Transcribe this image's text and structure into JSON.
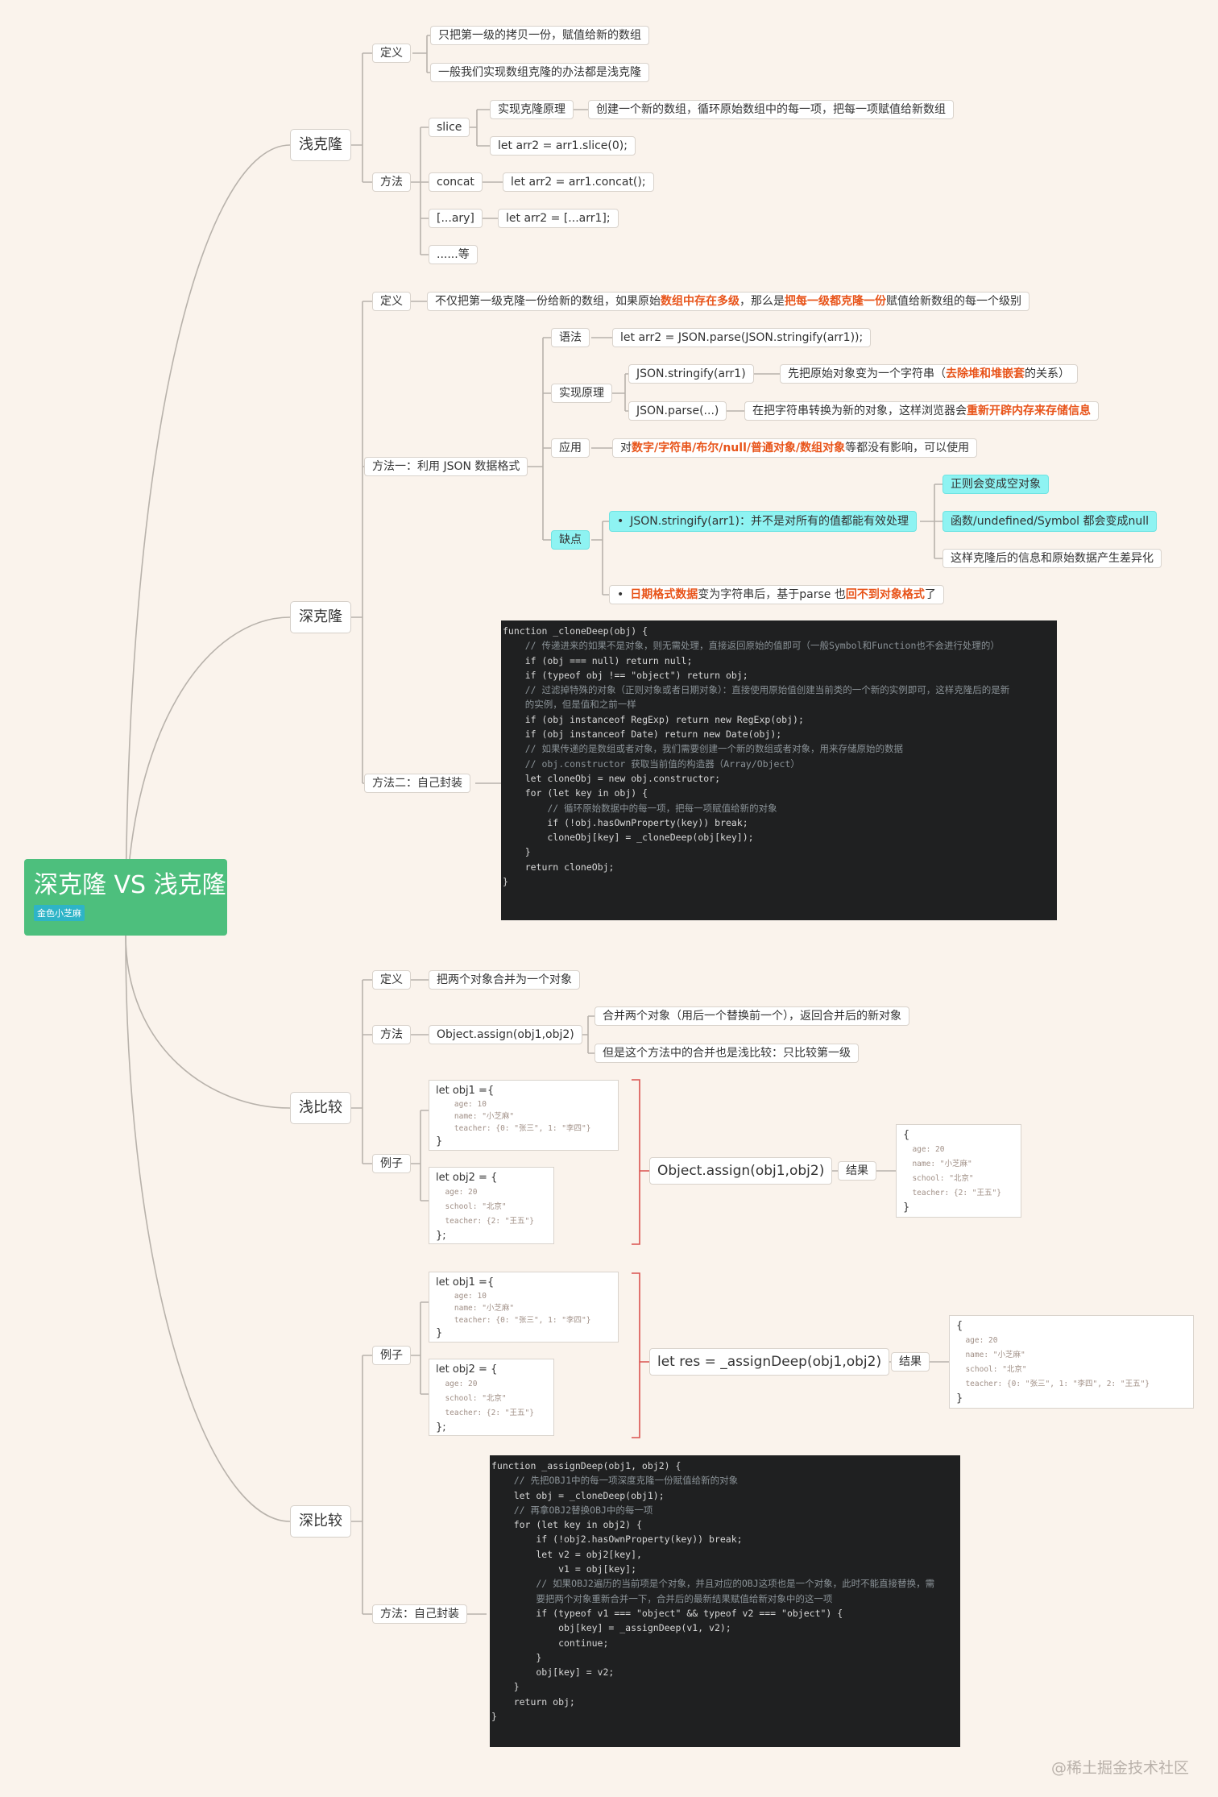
{
  "root": {
    "title": "深克隆 VS 浅克隆",
    "tag": "金色小芝麻"
  },
  "shallow_clone": {
    "label": "浅克隆",
    "def_label": "定义",
    "def_items": [
      "只把第一级的拷贝一份，赋值给新的数组",
      "一般我们实现数组克隆的办法都是浅克隆"
    ],
    "method_label": "方法",
    "slice": {
      "label": "slice",
      "principle_label": "实现克隆原理",
      "principle_text": "创建一个新的数组，循环原始数组中的每一项，把每一项赋值给新数组",
      "code": "let arr2 = arr1.slice(0);"
    },
    "concat": {
      "label": "concat",
      "code": "let arr2 = arr1.concat();"
    },
    "spread": {
      "label": "[...ary]",
      "code": "let arr2 = [...arr1];"
    },
    "etc": "......等"
  },
  "deep_clone": {
    "label": "深克隆",
    "def_label": "定义",
    "def_text": {
      "p1": "不仅把第一级克隆一份给新的数组，如果原始",
      "h1": "数组中存在多级",
      "p2": "，那么是",
      "h2": "把每一级都克隆一份",
      "p3": "赋值给新数组的每一个级别"
    },
    "method1_label": "方法一：利用 JSON 数据格式",
    "syntax_label": "语法",
    "syntax_code": "let arr2 = JSON.parse(JSON.stringify(arr1));",
    "principle_label": "实现原理",
    "stringify_label": "JSON.stringify(arr1)",
    "stringify_text": {
      "p1": "先把原始对象变为一个字符串（",
      "h1": "去除堆和堆嵌套",
      "p2": "的关系）"
    },
    "parse_label": "JSON.parse(...)",
    "parse_text": {
      "p1": "在把字符串转换为新的对象，这样浏览器会",
      "h1": "重新开辟内存来存储信息"
    },
    "use_label": "应用",
    "use_text": {
      "p1": "对 ",
      "h1": "数字/字符串/布尔/null/普通对象/数组对象",
      "p2": " 等都没有影响，可以使用"
    },
    "cons_label": "缺点",
    "con1": "JSON.stringify(arr1)：并不是对所有的值都能有效处理",
    "con1_items": [
      "正则会变成空对象",
      "函数/undefined/Symbol 都会变成null",
      "这样克隆后的信息和原始数据产生差异化"
    ],
    "con2": {
      "h1": "日期格式数据",
      "p1": "变为字符串后，基于parse 也",
      "h2": "回不到对象格式",
      "p2": "了"
    },
    "method2_label": "方法二：自己封装",
    "code_lines": [
      "function _cloneDeep(obj) {",
      "    // 传递进来的如果不是对象，则无需处理，直接返回原始的值即可（一般Symbol和Function也不会进行处理的）",
      "    if (obj === null) return null;",
      "    if (typeof obj !== \"object\") return obj;",
      "",
      "    // 过滤掉特殊的对象（正则对象或者日期对象）：直接使用原始值创建当前类的一个新的实例即可，这样克隆后的是新",
      "    的实例，但是值和之前一样",
      "    if (obj instanceof RegExp) return new RegExp(obj);",
      "    if (obj instanceof Date) return new Date(obj);",
      "",
      "    // 如果传递的是数组或者对象，我们需要创建一个新的数组或者对象，用来存储原始的数据",
      "    // obj.constructor 获取当前值的构造器（Array/Object）",
      "    let cloneObj = new obj.constructor;",
      "    for (let key in obj) {",
      "        // 循环原始数据中的每一项，把每一项赋值给新的对象",
      "        if (!obj.hasOwnProperty(key)) break;",
      "        cloneObj[key] = _cloneDeep(obj[key]);",
      "    }",
      "    return cloneObj;",
      "}"
    ]
  },
  "shallow_compare": {
    "label": "浅比较",
    "def_label": "定义",
    "def_text": "把两个对象合并为一个对象",
    "method_label": "方法",
    "method_code": "Object.assign(obj1,obj2)",
    "method_notes": [
      "合并两个对象（用后一个替换前一个），返回合并后的新对象",
      "但是这个方法中的合并也是浅比较：只比较第一级"
    ],
    "example_label": "例子",
    "obj1_head": "let obj1 ={",
    "obj1_body": "    age: 10\n    name: \"小芝麻\"\n    teacher: {0: \"张三\", 1: \"李四\"}",
    "obj1_tail": "}",
    "obj2_head": "let obj2 = {",
    "obj2_body": "  age: 20\n  school: \"北京\"\n  teacher: {2: \"王五\"}",
    "obj2_tail": "};",
    "call": "Object.assign(obj1,obj2)",
    "result_label": "结果",
    "result_head": "{",
    "result_body": "  age: 20\n  name: \"小芝麻\"\n  school: \"北京\"\n  teacher: {2: \"王五\"}",
    "result_tail": "}"
  },
  "deep_compare": {
    "label": "深比较",
    "example_label": "例子",
    "obj1_head": "let obj1 ={",
    "obj1_body": "    age: 10\n    name: \"小芝麻\"\n    teacher: {0: \"张三\", 1: \"李四\"}",
    "obj1_tail": "}",
    "obj2_head": "let obj2 = {",
    "obj2_body": "  age: 20\n  school: \"北京\"\n  teacher: {2: \"王五\"}",
    "obj2_tail": "};",
    "call": "let res = _assignDeep(obj1,obj2)",
    "result_label": "结果",
    "result_head": "{",
    "result_body": "  age: 20\n  name: \"小芝麻\"\n  school: \"北京\"\n  teacher: {0: \"张三\", 1: \"李四\", 2: \"王五\"}",
    "result_tail": "}",
    "method_label": "方法：自己封装",
    "code_lines": [
      "function _assignDeep(obj1, obj2) {",
      "    // 先把OBJ1中的每一项深度克隆一份赋值给新的对象",
      "    let obj = _cloneDeep(obj1);",
      "",
      "    // 再拿OBJ2替换OBJ中的每一项",
      "    for (let key in obj2) {",
      "        if (!obj2.hasOwnProperty(key)) break;",
      "        let v2 = obj2[key],",
      "            v1 = obj[key];",
      "        // 如果OBJ2遍历的当前项是个对象，并且对应的OBJ这项也是一个对象，此时不能直接替换，需",
      "        要把两个对象重新合并一下，合并后的最新结果赋值给新对象中的这一项",
      "        if (typeof v1 === \"object\" && typeof v2 === \"object\") {",
      "            obj[key] = _assignDeep(v1, v2);",
      "            continue;",
      "        }",
      "        obj[key] = v2;",
      "    }",
      "",
      "    return obj;",
      "}"
    ]
  },
  "watermark": "@稀土掘金技术社区"
}
